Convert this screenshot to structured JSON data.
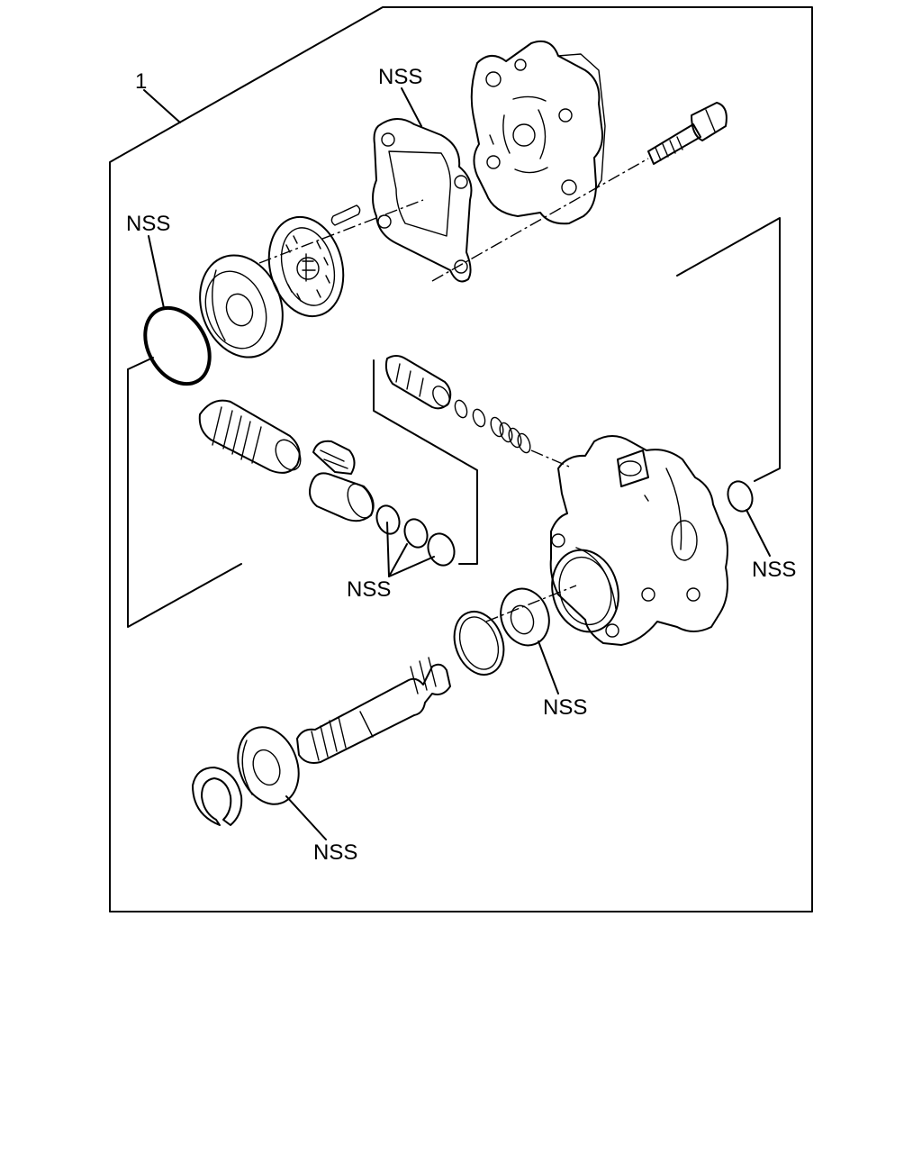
{
  "labels": {
    "item_number": "1",
    "nss_top": "NSS",
    "nss_left_oring": "NSS",
    "nss_right_oring": "NSS",
    "nss_three_orings": "NSS",
    "nss_seal": "NSS",
    "nss_bearing": "NSS"
  }
}
